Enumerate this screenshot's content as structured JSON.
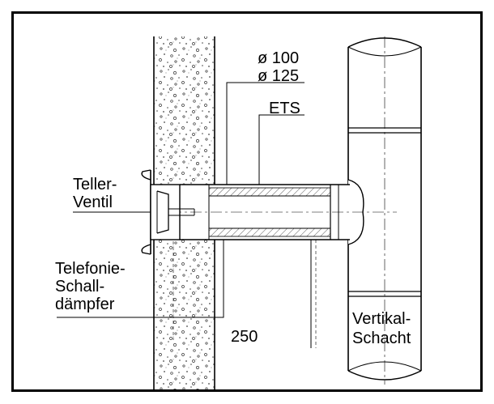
{
  "labels": {
    "diameter_inner": "ø 100",
    "diameter_outer": "ø 125",
    "ets": "ETS",
    "valve_line1": "Teller-",
    "valve_line2": "Ventil",
    "silencer_line1": "Telefonie-",
    "silencer_line2": "Schall-",
    "silencer_line3": "dämpfer",
    "dimension": "250",
    "shaft_line1": "Vertikal-",
    "shaft_line2": "Schacht"
  }
}
